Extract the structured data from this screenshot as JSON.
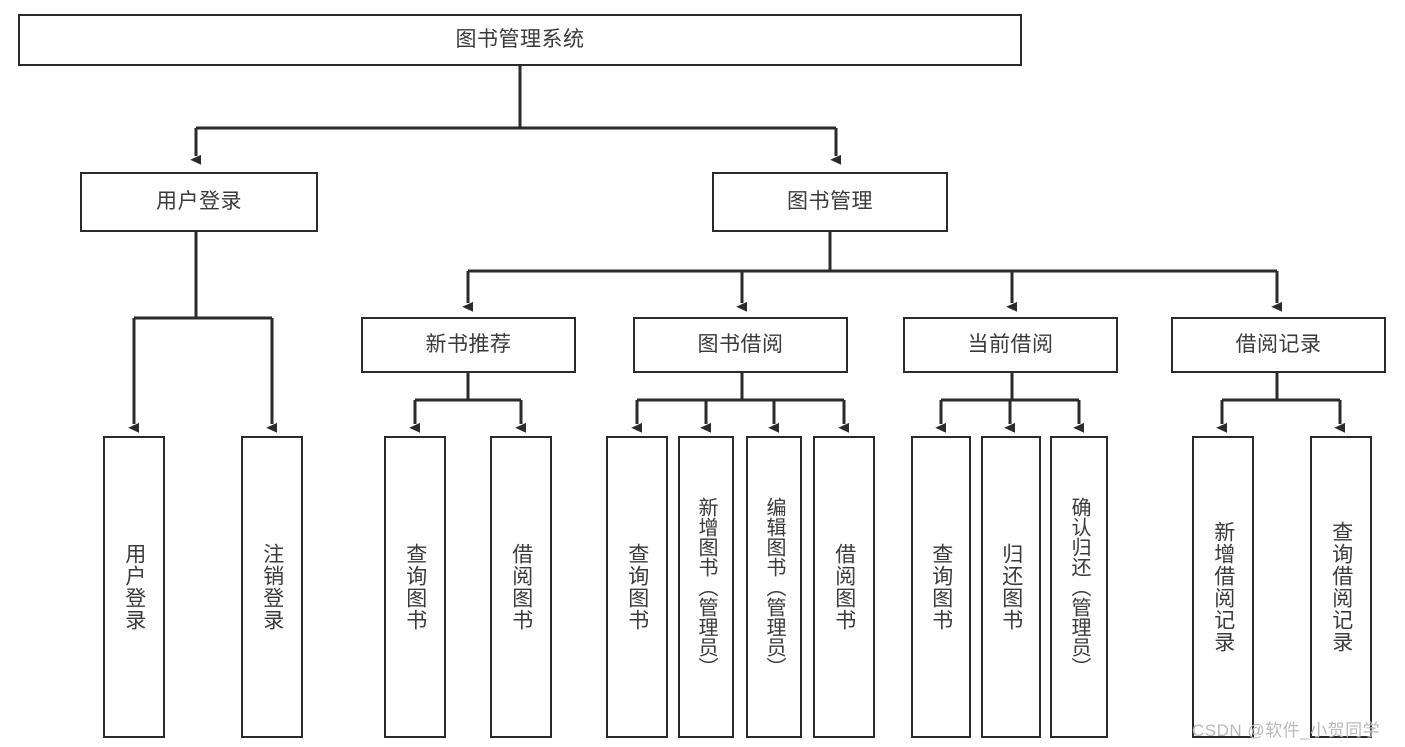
{
  "diagram": {
    "title": "图书管理系统",
    "watermark": "CSDN @软件_小贺同学",
    "colors": {
      "stroke": "#2b2b2b",
      "text": "#3a3a3a",
      "background": "#ffffff",
      "watermark": "#b9b9b9"
    },
    "nodes": {
      "root": "图书管理系统",
      "level2": {
        "user_login": "用户登录",
        "book_manage": "图书管理"
      },
      "level3": {
        "new_book_rec": "新书推荐",
        "book_borrow": "图书借阅",
        "current_borrow": "当前借阅",
        "borrow_record": "借阅记录"
      },
      "leaves": {
        "user_login_1": "用户登录",
        "user_login_2": "注销登录",
        "new_book_rec_1": "查询图书",
        "new_book_rec_2": "借阅图书",
        "book_borrow_1": "查询图书",
        "book_borrow_2": "新增图书（管理员）",
        "book_borrow_3": "编辑图书（管理员）",
        "book_borrow_4": "借阅图书",
        "current_borrow_1": "查询图书",
        "current_borrow_2": "归还图书",
        "current_borrow_3": "确认归还（管理员）",
        "borrow_record_1": "新增借阅记录",
        "borrow_record_2": "查询借阅记录"
      }
    }
  }
}
